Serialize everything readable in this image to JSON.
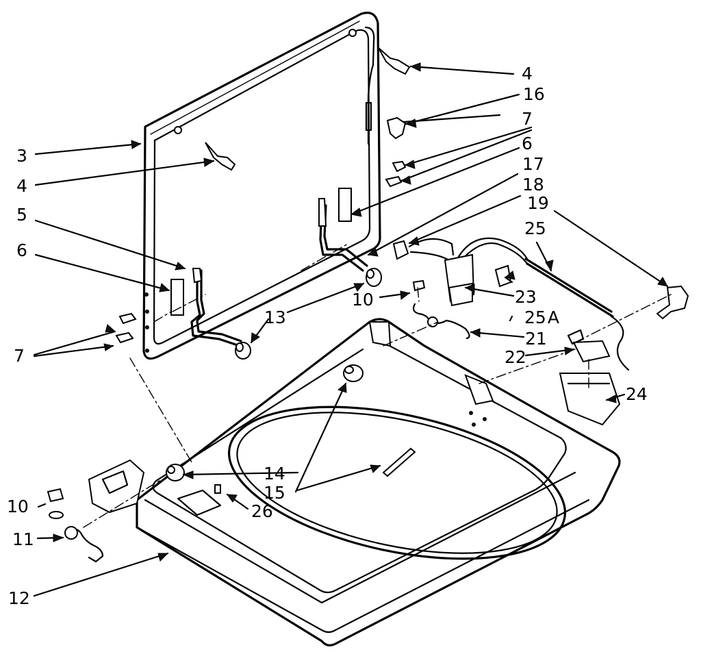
{
  "callouts": [
    {
      "id": "c-4a",
      "text": "4"
    },
    {
      "id": "c-16",
      "text": "16"
    },
    {
      "id": "c-7a",
      "text": "7"
    },
    {
      "id": "c-6a",
      "text": "6"
    },
    {
      "id": "c-17",
      "text": "17"
    },
    {
      "id": "c-18",
      "text": "18"
    },
    {
      "id": "c-19",
      "text": "19"
    },
    {
      "id": "c-25",
      "text": "25"
    },
    {
      "id": "c-3",
      "text": "3"
    },
    {
      "id": "c-4b",
      "text": "4"
    },
    {
      "id": "c-5",
      "text": "5"
    },
    {
      "id": "c-6b",
      "text": "6"
    },
    {
      "id": "c-7b",
      "text": "7"
    },
    {
      "id": "c-13",
      "text": "13"
    },
    {
      "id": "c-10a",
      "text": "10"
    },
    {
      "id": "c-23",
      "text": "23"
    },
    {
      "id": "c-25A",
      "text": "25",
      "suffix": "A"
    },
    {
      "id": "c-21",
      "text": "21"
    },
    {
      "id": "c-22",
      "text": "22"
    },
    {
      "id": "c-24",
      "text": "24"
    },
    {
      "id": "c-14",
      "text": "14"
    },
    {
      "id": "c-15",
      "text": "15"
    },
    {
      "id": "c-26",
      "text": "26"
    },
    {
      "id": "c-10b",
      "text": "10"
    },
    {
      "id": "c-11",
      "text": "11"
    },
    {
      "id": "c-12",
      "text": "12"
    }
  ]
}
